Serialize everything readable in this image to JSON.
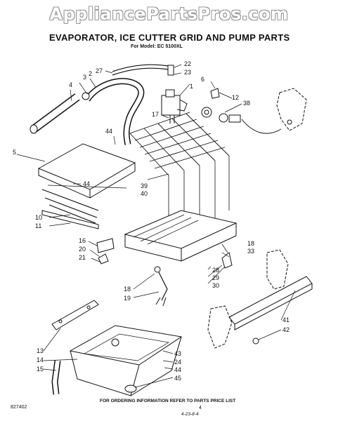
{
  "watermark": "AppliancePartsPros.com",
  "title": "EVAPORATOR, ICE CUTTER GRID AND PUMP PARTS",
  "subtitle": "For Model: EC 5100XL",
  "footer": {
    "note": "FOR ORDERING INFORMATION REFER TO PARTS PRICE LIST",
    "page": "4",
    "date": "4-23-8-4",
    "code": "827402"
  },
  "callouts": {
    "c1": "1",
    "c2": "2",
    "c3": "3",
    "c4": "4",
    "c5": "5",
    "c6": "6",
    "c10": "10",
    "c11": "11",
    "c12": "12",
    "c13": "13",
    "c14": "14",
    "c15": "15",
    "c16": "16",
    "c17": "17",
    "c18a": "18",
    "c18b": "18",
    "c19": "19",
    "c20": "20",
    "c21": "21",
    "c22": "22",
    "c23": "23",
    "c24": "24",
    "c27": "27",
    "c28": "28",
    "c29": "29",
    "c30": "30",
    "c33": "33",
    "c38": "38",
    "c39": "39",
    "c40": "40",
    "c41": "41",
    "c42": "42",
    "c43": "43",
    "c44a": "44",
    "c44b": "44",
    "c44c": "44",
    "c45": "45"
  }
}
